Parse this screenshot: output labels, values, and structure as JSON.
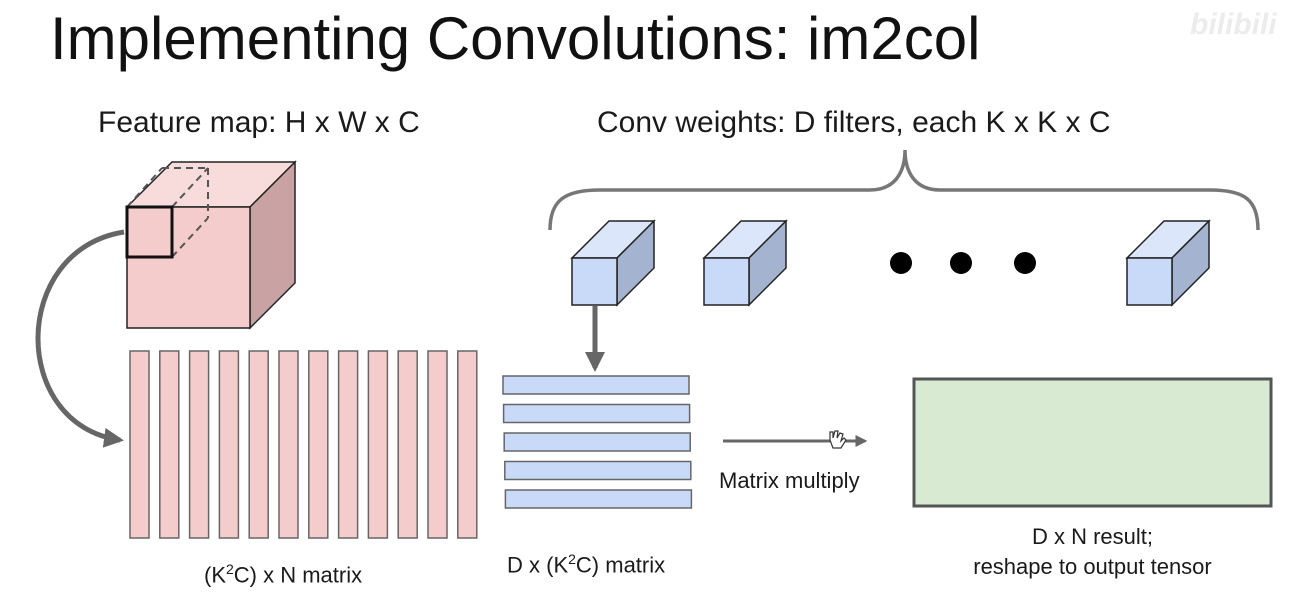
{
  "title": "Implementing Convolutions: im2col",
  "watermark": "bilibili",
  "feature_map_label": "Feature map: H x W x C",
  "conv_weights_label": "Conv weights: D filters, each K x K x C",
  "col_matrix_label": {
    "prefix": "(K",
    "sup": "2",
    "suffix": "C) x N matrix"
  },
  "weight_matrix_label": {
    "prefix": "D x (K",
    "sup": "2",
    "suffix": "C) matrix"
  },
  "multiply_label": "Matrix multiply",
  "result_label_line1": "D x N result;",
  "result_label_line2": "reshape to output tensor",
  "colors": {
    "feature_front": "#f4cccc",
    "feature_top": "#f8dcdc",
    "feature_side": "#c9a3a3",
    "filter_front": "#c9daf8",
    "filter_top": "#dbe6fa",
    "filter_side": "#a4b3cf",
    "result_fill": "#d9ead3",
    "arrow": "#666666"
  }
}
